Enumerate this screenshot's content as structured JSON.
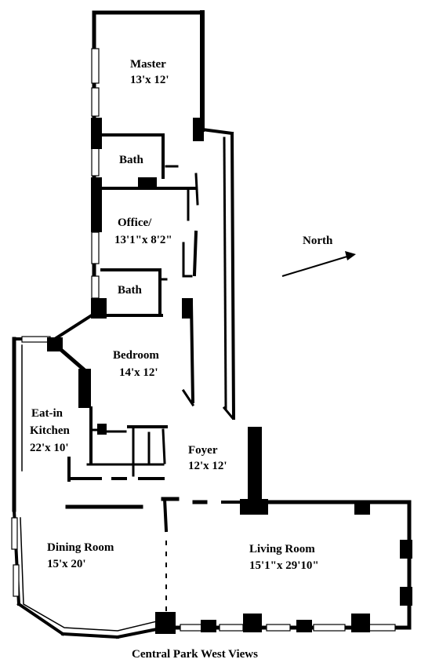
{
  "rooms": {
    "master": {
      "name": "Master",
      "size": "13'x 12'"
    },
    "bath_upper": {
      "name": "Bath"
    },
    "office": {
      "name": "Office/",
      "size": "13'1\"x 8'2\""
    },
    "bath_lower": {
      "name": "Bath"
    },
    "bedroom": {
      "name": "Bedroom",
      "size": "14'x 12'"
    },
    "kitchen": {
      "name_line1": "Eat-in",
      "name_line2": "Kitchen",
      "size": "22'x 10'"
    },
    "foyer": {
      "name": "Foyer",
      "size": "12'x 12'"
    },
    "dining": {
      "name": "Dining Room",
      "size": "15'x 20'"
    },
    "living": {
      "name": "Living Room",
      "size": "15'1\"x 29'10\""
    }
  },
  "compass": {
    "label": "North"
  },
  "caption": "Central Park West Views"
}
